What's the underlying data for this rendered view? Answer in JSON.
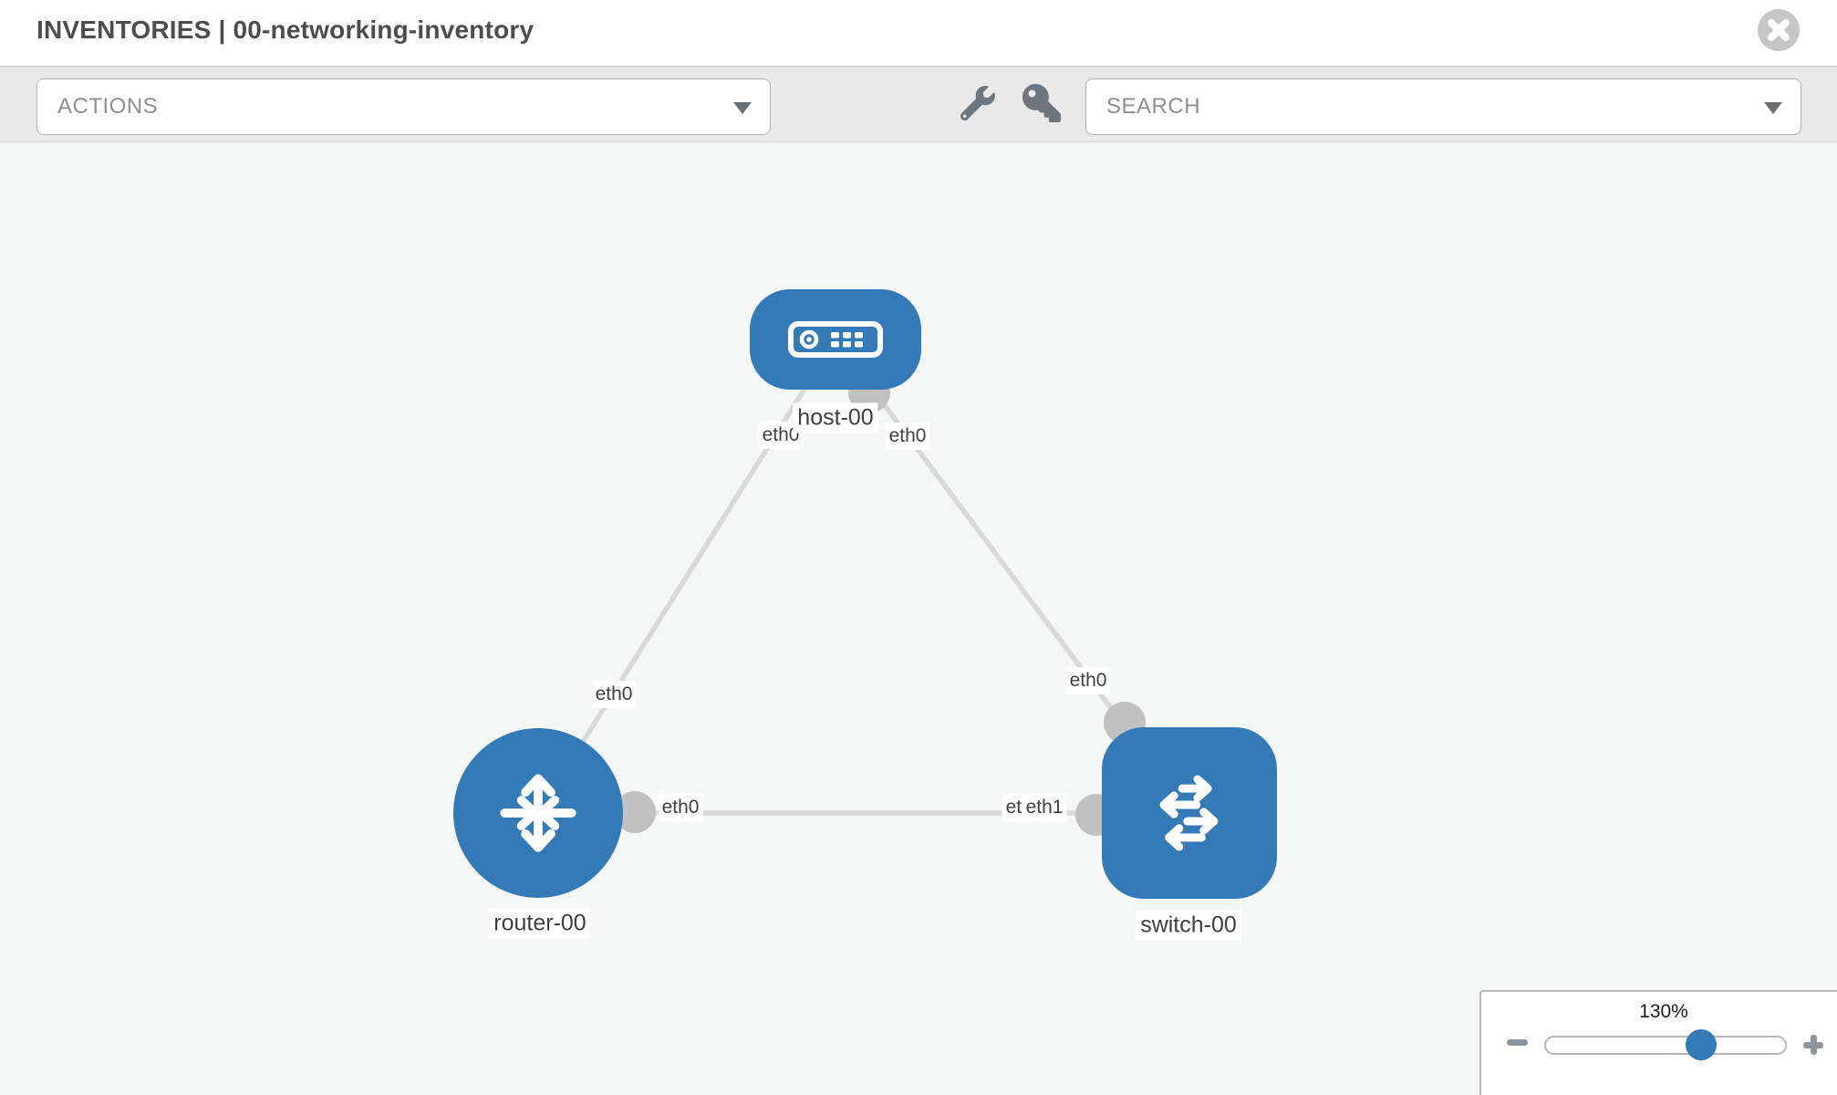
{
  "header": {
    "title": "INVENTORIES | 00-networking-inventory"
  },
  "toolbar": {
    "actions_label": "ACTIONS",
    "search_label": "SEARCH",
    "icons": [
      "wrench-icon",
      "key-icon",
      "chevron-down-icon",
      "close-circle-icon"
    ]
  },
  "topology": {
    "nodes": [
      {
        "label": "host-00",
        "type": "host"
      },
      {
        "label": "router-00",
        "type": "router"
      },
      {
        "label": "switch-00",
        "type": "switch"
      }
    ],
    "links": [
      {
        "from": "host-00",
        "to": "router-00"
      },
      {
        "from": "host-00",
        "to": "switch-00"
      },
      {
        "from": "router-00",
        "to": "switch-00"
      }
    ],
    "interfaces": {
      "host_left": "eth0",
      "host_right": "eth0",
      "router_diagonal": "eth0",
      "switch_diagonal": "eth0",
      "router_link": "eth0",
      "switch_link_under": "eth0",
      "switch_link_over": "eth1"
    }
  },
  "zoom_control": {
    "level": "130%",
    "minus_icon": "minus-icon",
    "plus_icon": "plus-icon"
  },
  "colors": {
    "node_blue": "#337ab7",
    "link_gray": "#d9d9d9",
    "interface_dot_gray": "#c1c1c1",
    "canvas_bg": "#f5f6f6",
    "toolbar_bg": "#e9e9e9"
  }
}
